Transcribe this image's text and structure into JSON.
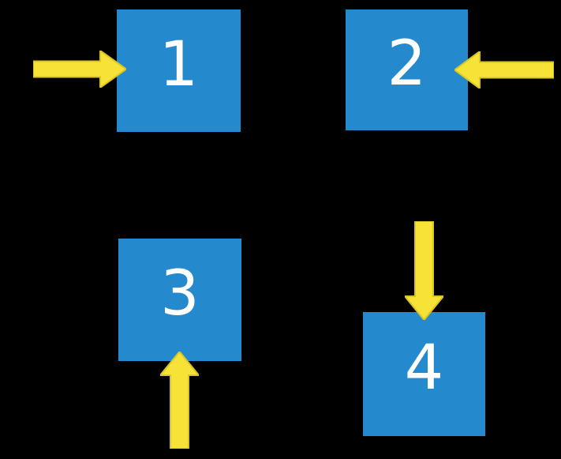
{
  "canvas": {
    "background": "#000000"
  },
  "colors": {
    "box_fill": "#2589cd",
    "box_text": "#ffffff",
    "arrow_fill": "#f7e337",
    "arrow_stroke": "#d8c426"
  },
  "boxes": [
    {
      "label": "1",
      "arrow": "arrow enters from left side"
    },
    {
      "label": "2",
      "arrow": "arrow enters from right side"
    },
    {
      "label": "3",
      "arrow": "arrow enters from bottom"
    },
    {
      "label": "4",
      "arrow": "arrow enters from top"
    }
  ]
}
